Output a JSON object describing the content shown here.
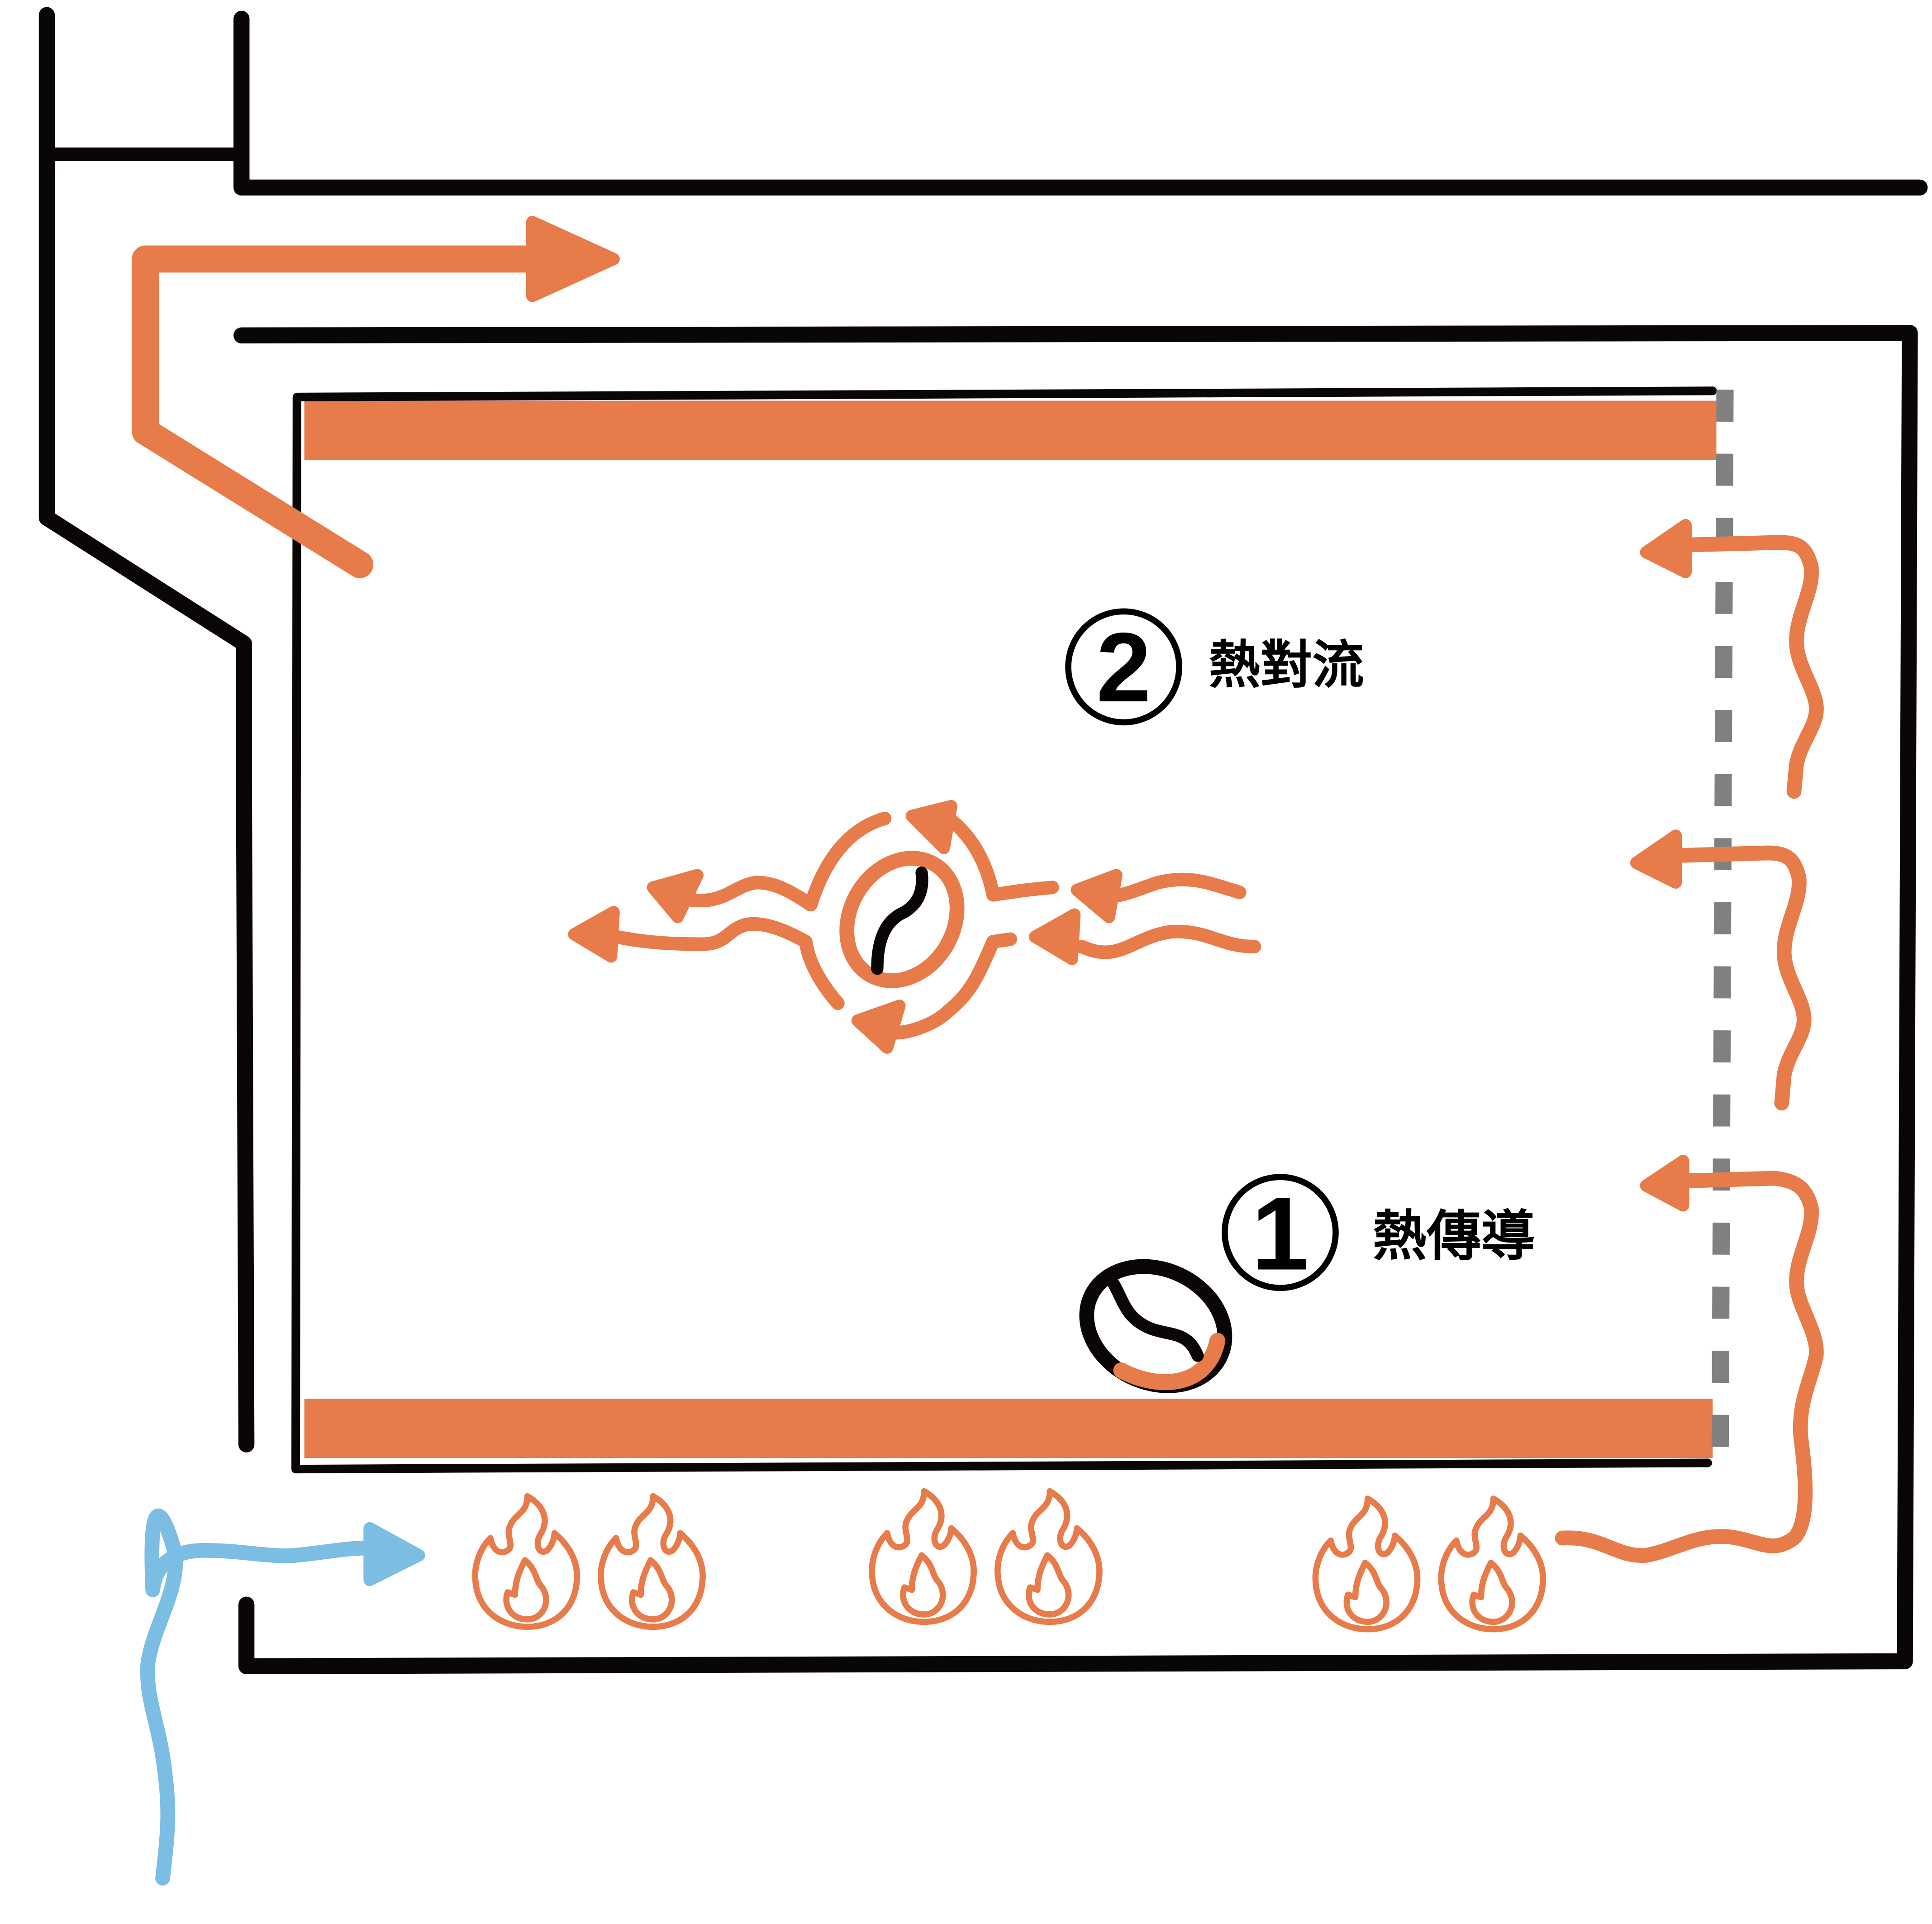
{
  "labels": {
    "convection_number": "2",
    "convection": "熱對流",
    "conduction_number": "1",
    "conduction": "熱傳導"
  },
  "colors": {
    "heat": "#e77b4a",
    "structure": "#0a0606",
    "air_in": "#7bbde3",
    "perforation": "#808080"
  },
  "icons": [
    "flame-icon",
    "coffee-bean-icon",
    "heat-flow-arrow",
    "air-intake-arrow"
  ]
}
